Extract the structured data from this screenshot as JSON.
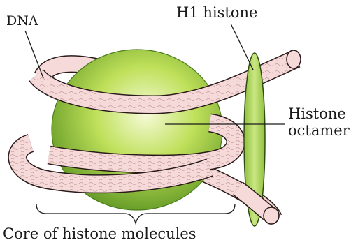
{
  "labels": {
    "dna": "DNA",
    "h1_histone": "H1 histone",
    "histone_octamer_line1": "Histone",
    "histone_octamer_line2": "octamer",
    "core": "Core of histone molecules"
  },
  "colors": {
    "sphere_light": "#f6fbd9",
    "sphere_mid": "#bfe05a",
    "sphere_dark": "#4f8a1a",
    "dna_fill": "#f6dada",
    "dna_stroke": "#2a1a1a",
    "dna_texture": "#c79a9a",
    "h1_fill": "#b6d766",
    "h1_stroke": "#2f4d12",
    "line": "#1a1a1a"
  },
  "icons": {
    "histone_octamer": "green-sphere",
    "dna": "coiled-tube",
    "h1_histone": "green-ellipse"
  }
}
